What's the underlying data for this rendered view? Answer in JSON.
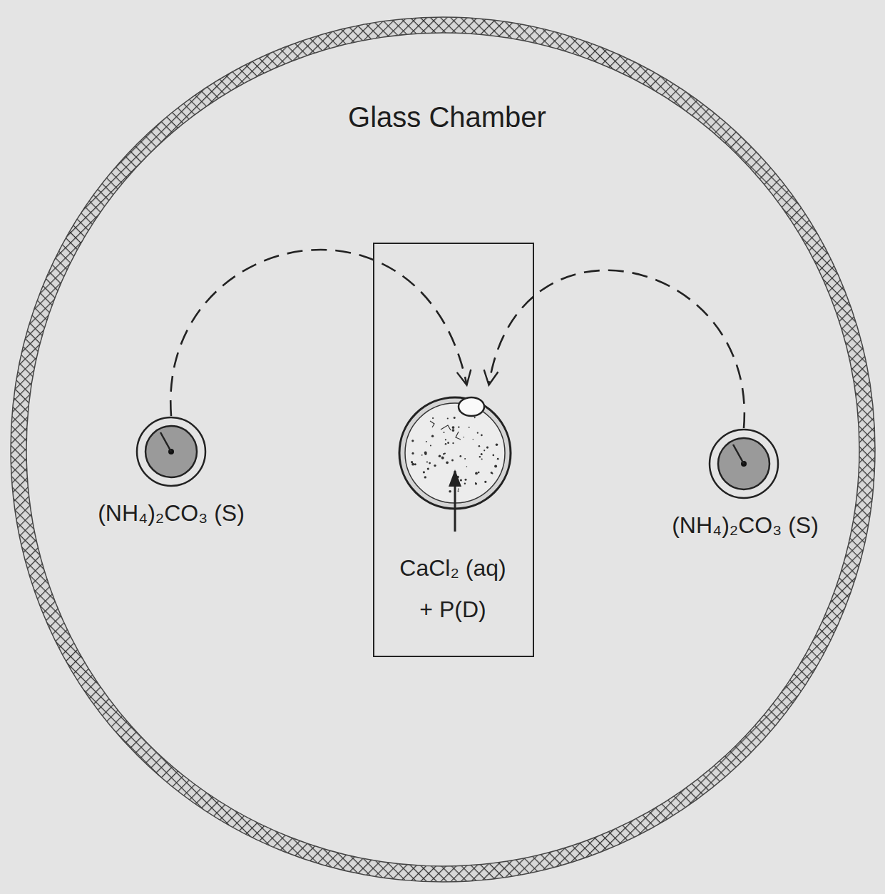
{
  "diagram": {
    "nodes": [
      {
        "text": [
          "Glass Chamber"
        ]
      },
      {
        "text": [
          "(NH₄)₂CO₃ (S)"
        ],
        "in": 0
      },
      {
        "text": [
          "CaCl₂ (aq) + P(D)"
        ],
        "in": 0
      },
      {
        "text": [
          "(NH₄)₂CO₃ (S)"
        ],
        "in": 0
      }
    ],
    "edges": [
      {
        "from": 1,
        "to": 2,
        "arrow": "to"
      },
      {
        "from": 3,
        "to": 2,
        "arrow": "to"
      }
    ]
  }
}
